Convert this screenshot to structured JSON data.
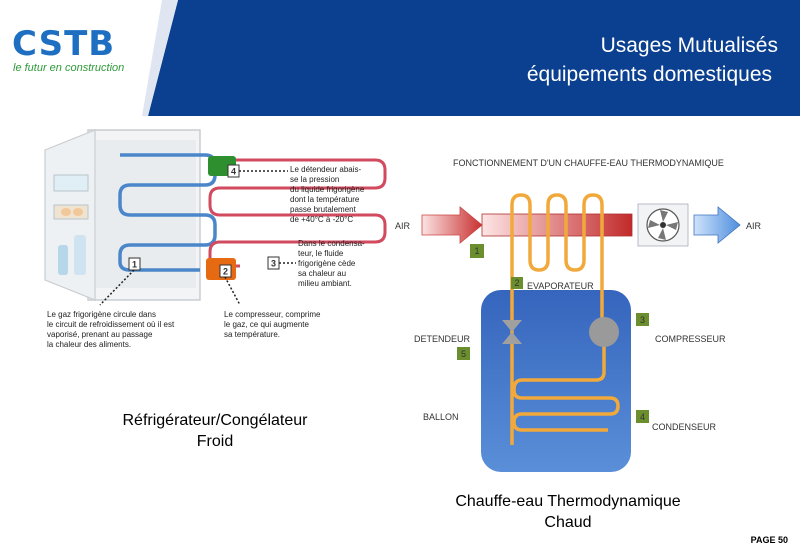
{
  "header": {
    "logo": "CSTB",
    "tagline": "le futur en construction",
    "title_line1": "Usages Mutualisés",
    "title_line2": "équipements domestiques"
  },
  "fridge": {
    "annotations": {
      "detendeur": [
        "Le détendeur abais-",
        "se la pression",
        "du liquide frigorigène",
        "dont la température",
        "passe brutalement",
        "de +40°C à -20°C"
      ],
      "condenseur": [
        "Dans le condensa-",
        "teur, le fluide",
        "frigorigène cède",
        "sa chaleur au",
        "milieu ambiant."
      ],
      "gaz": [
        "Le gaz frigorigène circule dans",
        "le circuit de refroidissement où il est",
        "vaporisé, prenant au passage",
        "la chaleur des aliments."
      ],
      "compresseur": [
        "Le compresseur, comprime",
        "le gaz, ce qui augmente",
        "sa température."
      ]
    },
    "numbers": [
      "1",
      "2",
      "3",
      "4"
    ],
    "caption_line1": "Réfrigérateur/Congélateur",
    "caption_line2": "Froid"
  },
  "heater": {
    "title": "FONCTIONNEMENT D'UN CHAUFFE-EAU THERMODYNAMIQUE",
    "air_in": "AIR",
    "air_out": "AIR",
    "evaporateur": "EVAPORATEUR",
    "compresseur": "COMPRESSEUR",
    "detendeur": "DETENDEUR",
    "ballon": "BALLON",
    "condenseur": "CONDENSEUR",
    "numbers": [
      "1",
      "2",
      "3",
      "4",
      "5"
    ],
    "caption_line1": "Chauffe-eau Thermodynamique",
    "caption_line2": "Chaud"
  },
  "page": "PAGE 50",
  "colors": {
    "navy": "#0b3f8f",
    "logo_blue": "#1e6fc2",
    "tagline_green": "#2e9a3a",
    "tank_blue": "#2a5db5",
    "coil_orange": "#f2a93b",
    "marker_green": "#6b8f2e"
  }
}
